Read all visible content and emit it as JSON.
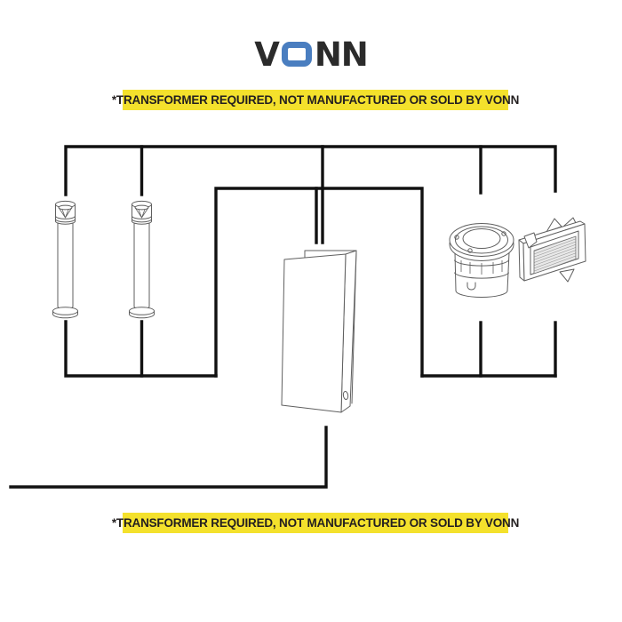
{
  "logo": {
    "text": "VONN",
    "letters": {
      "v": "V",
      "o": "O",
      "nn": "NN"
    }
  },
  "banners": {
    "top": "*TRANSFORMER REQUIRED, NOT MANUFACTURED OR SOLD BY VONN",
    "bottom": "*TRANSFORMER REQUIRED, NOT MANUFACTURED OR SOLD BY VONN"
  },
  "colors": {
    "banner_background": "#F4E12C",
    "banner_text": "#231F20",
    "logo_blue": "#4A7EC0",
    "logo_dark": "#2B2B2B",
    "wire": "#111111",
    "fixture_outline": "#5F5F5F",
    "background": "#FFFFFF"
  },
  "diagram": {
    "description": "Low-voltage landscape lighting wiring diagram: transformer feeding two bollard path lights, one in-ground well light and one recessed step light",
    "fixtures": [
      {
        "icon": "bollard-light-1-icon",
        "type": "bollard path light"
      },
      {
        "icon": "bollard-light-2-icon",
        "type": "bollard path light"
      },
      {
        "icon": "transformer-icon",
        "type": "transformer box"
      },
      {
        "icon": "inground-well-light-icon",
        "type": "in-ground well light"
      },
      {
        "icon": "step-light-icon",
        "type": "recessed step light"
      }
    ]
  }
}
